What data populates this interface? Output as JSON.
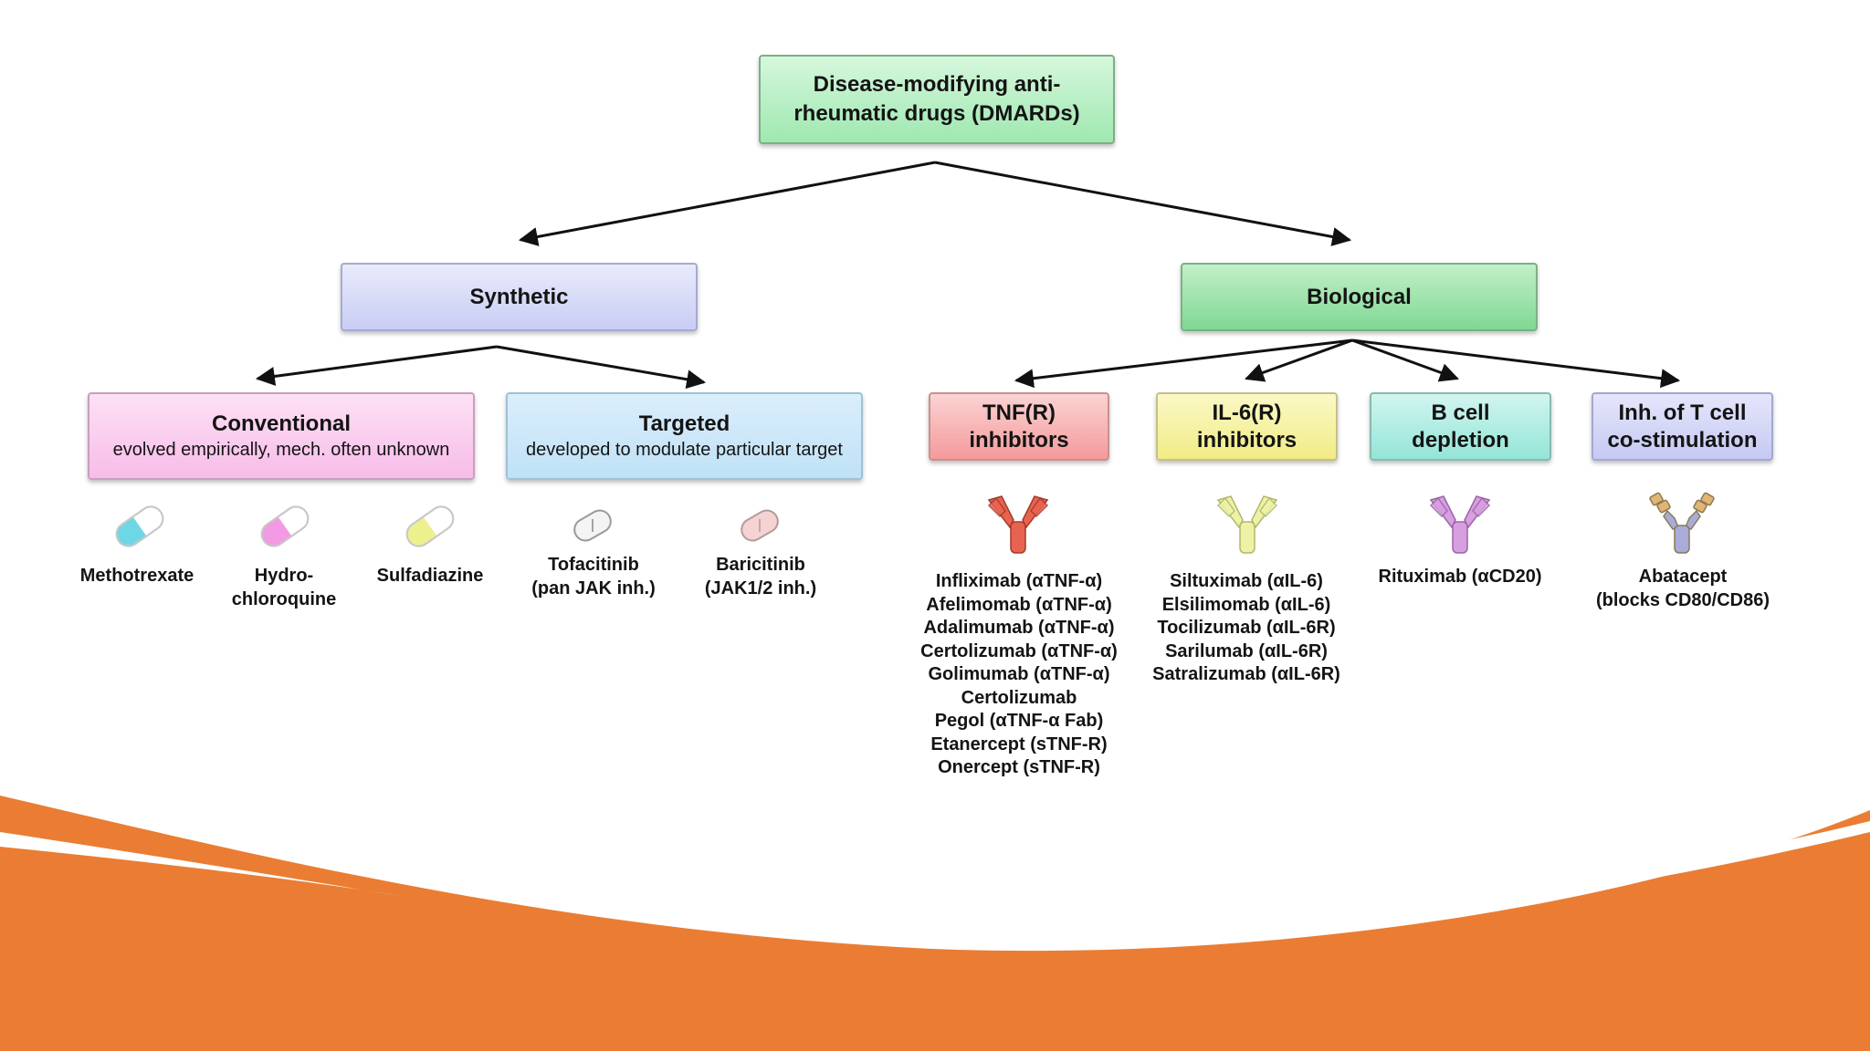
{
  "root": {
    "line1": "Disease-modifying anti-",
    "line2": "rheumatic drugs (DMARDs)"
  },
  "synthetic": {
    "label": "Synthetic"
  },
  "biological": {
    "label": "Biological"
  },
  "conventional": {
    "title": "Conventional",
    "subtitle": "evolved empirically, mech. often unknown"
  },
  "targeted": {
    "title": "Targeted",
    "subtitle": "developed to modulate particular target"
  },
  "tnf": {
    "line1": "TNF(R)",
    "line2": "inhibitors"
  },
  "il6": {
    "line1": "IL-6(R)",
    "line2": "inhibitors"
  },
  "bcell": {
    "line1": "B cell",
    "line2": "depletion"
  },
  "tcell": {
    "line1": "Inh. of T cell",
    "line2": "co-stimulation"
  },
  "conventional_drugs": [
    {
      "lines": [
        "Methotrexate"
      ],
      "icon": "capsule-icon",
      "color": "#6fd6e6"
    },
    {
      "lines": [
        "Hydro-",
        "chloroquine"
      ],
      "icon": "capsule-icon",
      "color": "#f29ae4"
    },
    {
      "lines": [
        "Sulfadiazine"
      ],
      "icon": "capsule-icon",
      "color": "#eef08e"
    }
  ],
  "targeted_drugs": [
    {
      "lines": [
        "Tofacitinib",
        "(pan JAK inh.)"
      ],
      "icon": "tablet-icon",
      "color": "#f4f4f4"
    },
    {
      "lines": [
        "Baricitinib",
        "(JAK1/2 inh.)"
      ],
      "icon": "tablet-icon",
      "color": "#f6d3d3"
    }
  ],
  "tnf_drugs": [
    "Infliximab (αTNF-α)",
    "Afelimomab (αTNF-α)",
    "Adalimumab (αTNF-α)",
    "Certolizumab (αTNF-α)",
    "Golimumab (αTNF-α)",
    "Certolizumab",
    "Pegol (αTNF-α Fab)",
    "Etanercept (sTNF-R)",
    "Onercept (sTNF-R)"
  ],
  "il6_drugs": [
    "Siltuximab (αIL-6)",
    "Elsilimomab (αIL-6)",
    "Tocilizumab (αIL-6R)",
    "Sarilumab (αIL-6R)",
    "Satralizumab (αIL-6R)"
  ],
  "bcell_drugs": [
    "Rituximab (αCD20)"
  ],
  "tcell_drugs": [
    "Abatacept",
    "(blocks CD80/CD86)"
  ],
  "colors": {
    "antibody_tnf": "#e8634f",
    "antibody_il6": "#eef2a6",
    "antibody_bcell": "#d79fe0",
    "antibody_tcell_top": "#e3b574",
    "antibody_tcell_bottom": "#a9acd9",
    "wave_orange": "#ea7d33",
    "arrow": "#111111"
  }
}
